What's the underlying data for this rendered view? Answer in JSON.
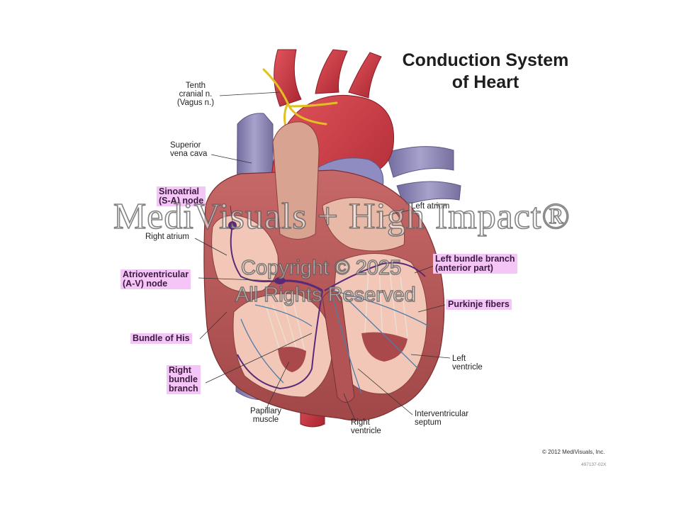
{
  "title": {
    "line1": "Conduction System",
    "line2": "of Heart"
  },
  "labels": {
    "vagus_1": "Tenth",
    "vagus_2": "cranial n.",
    "vagus_3": "(Vagus n.)",
    "svc_1": "Superior",
    "svc_2": "vena cava",
    "right_atrium": "Right atrium",
    "left_atrium": "Left atrium",
    "left_ventricle_1": "Left",
    "left_ventricle_2": "ventricle",
    "papillary_1": "Papillary",
    "papillary_2": "muscle",
    "right_ventricle_1": "Right",
    "right_ventricle_2": "ventricle",
    "septum_1": "Interventricular",
    "septum_2": "septum"
  },
  "highlighted": {
    "sa_1": "Sinoatrial",
    "sa_2": "(S-A) node",
    "av_1": "Atrioventricular",
    "av_2": "(A-V) node",
    "his": "Bundle of His",
    "rbb_1": "Right",
    "rbb_2": "bundle",
    "rbb_3": "branch",
    "lbb_1": "Left bundle branch",
    "lbb_2": "(anterior part)",
    "purkinje": "Purkinje fibers"
  },
  "watermark": {
    "line1": "MediVisuals + High Impact®",
    "line2": "Copyright © 2025",
    "line3": "All Rights Reserved"
  },
  "footer": {
    "copyright": "© 2012 MediVisuals, Inc.",
    "code": "497137-02X"
  },
  "colors": {
    "highlight": "#f5c5f7",
    "aorta": "#c8323c",
    "vein": "#8c86b8",
    "myocardium": "#b5585a",
    "chamber": "#f2c7b8",
    "nerve": "#e2c020",
    "conduction": "#5a2a78"
  }
}
